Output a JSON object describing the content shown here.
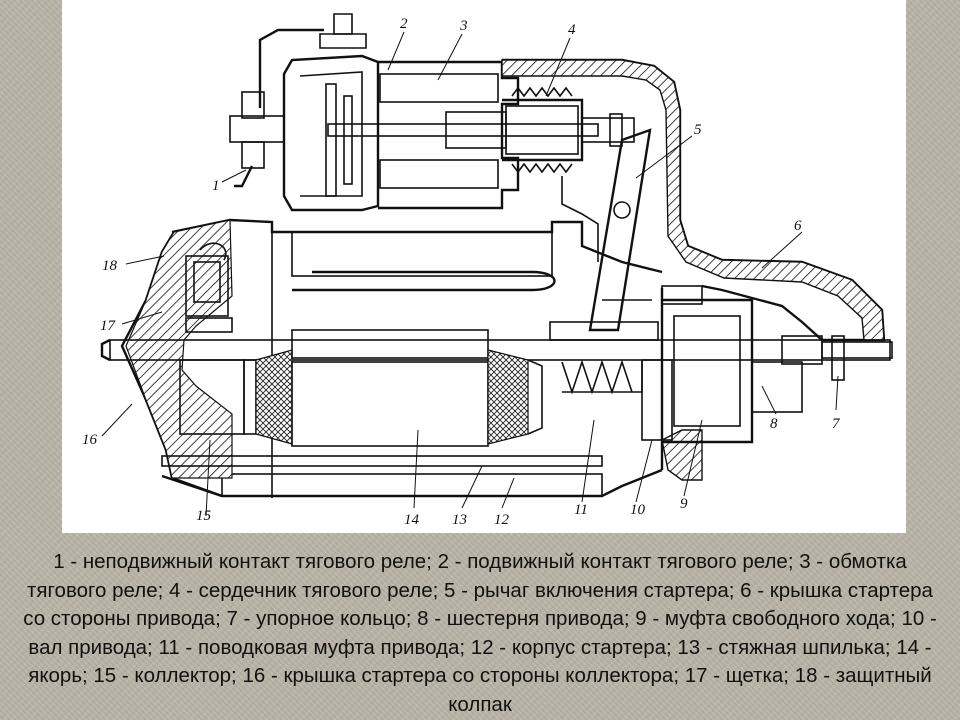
{
  "figure": {
    "callouts": [
      {
        "n": "1"
      },
      {
        "n": "2"
      },
      {
        "n": "3"
      },
      {
        "n": "4"
      },
      {
        "n": "5"
      },
      {
        "n": "6"
      },
      {
        "n": "7"
      },
      {
        "n": "8"
      },
      {
        "n": "9"
      },
      {
        "n": "10"
      },
      {
        "n": "11"
      },
      {
        "n": "12"
      },
      {
        "n": "13"
      },
      {
        "n": "14"
      },
      {
        "n": "15"
      },
      {
        "n": "16"
      },
      {
        "n": "17"
      },
      {
        "n": "18"
      }
    ]
  },
  "caption": {
    "text": "1 - неподвижный контакт тягового реле; 2 - подвижный контакт тягового реле; 3 - обмотка тягового реле; 4 - сердечник тягового реле; 5 - рычаг включения стартера; 6 - крышка стартера со стороны привода; 7 - упорное кольцо; 8 - шестерня привода; 9 - муфта свободного хода; 10 - вал привода; 11 - поводковая муфта привода; 12 - корпус стартера; 13 - стяжная шпилька; 14 - якорь; 15 - коллектор; 16 - крышка стартера со стороны коллектора; 17 - щетка; 18 - защитный колпак"
  }
}
